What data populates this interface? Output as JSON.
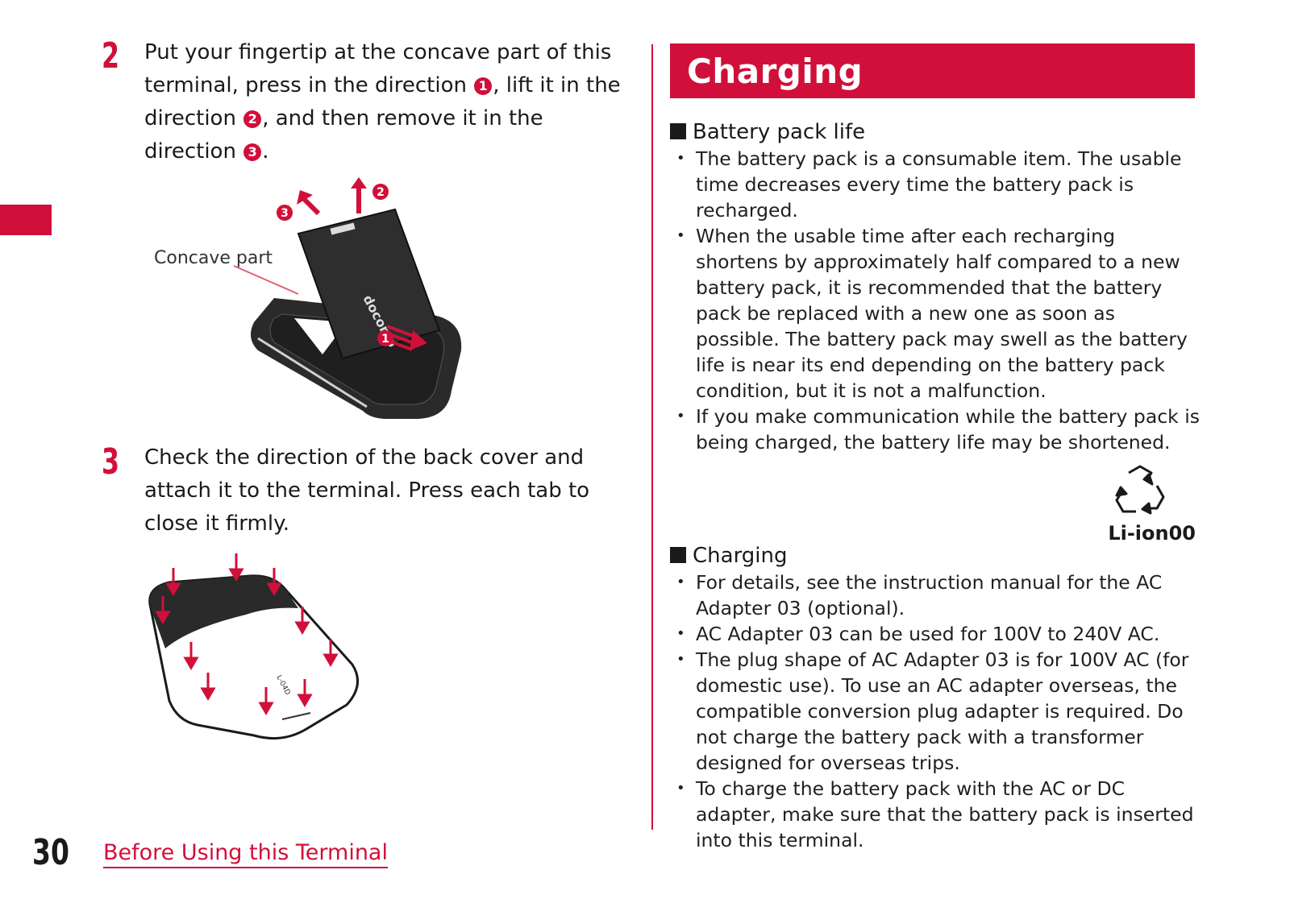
{
  "step2": {
    "number": "2",
    "text_parts": [
      "Put your fingertip at the concave part of this terminal, press in the direction ",
      ", lift it in the direction ",
      ", and then remove it in the direction ",
      "."
    ],
    "markers": [
      "1",
      "2",
      "3"
    ]
  },
  "figure1": {
    "concave_label": "Concave part",
    "markers": [
      "1",
      "2",
      "3"
    ],
    "battery_brand": "docomo"
  },
  "step3": {
    "number": "3",
    "text": "Check the direction of the back cover and attach it to the terminal. Press each tab to close it firmly."
  },
  "figure2": {
    "device_label": "L-04D"
  },
  "header": {
    "title": "Charging"
  },
  "battery_section": {
    "heading": "Battery pack life",
    "bullets": [
      "The battery pack is a consumable item. The usable time decreases every time the battery pack is recharged.",
      "When the usable time after each recharging shortens by approximately half compared to a new battery pack, it is recommended that the battery pack be replaced with a new one as soon as possible. The battery pack may swell as the battery life is near its end depending on the battery pack condition, but it is not a malfunction.",
      "If you make communication while the battery pack is being charged, the battery life may be shortened."
    ]
  },
  "recycle": {
    "label": "Li-ion00",
    "icon": "recycle-icon"
  },
  "charging_section": {
    "heading": "Charging",
    "bullets": [
      "For details, see the instruction manual for the AC Adapter 03 (optional).",
      "AC Adapter 03 can be used for 100V to 240V AC.",
      "The plug shape of AC Adapter 03 is for 100V AC (for domestic use). To use an AC adapter overseas, the compatible conversion plug adapter is required. Do not charge the battery pack with a transformer designed for overseas trips.",
      "To charge the battery pack with the AC or DC adapter, make sure that the battery pack is inserted into this terminal."
    ]
  },
  "footer": {
    "page_number": "30",
    "section_link": "Before Using this Terminal"
  },
  "colors": {
    "accent": "#d0103a",
    "text": "#1a1a1a"
  }
}
